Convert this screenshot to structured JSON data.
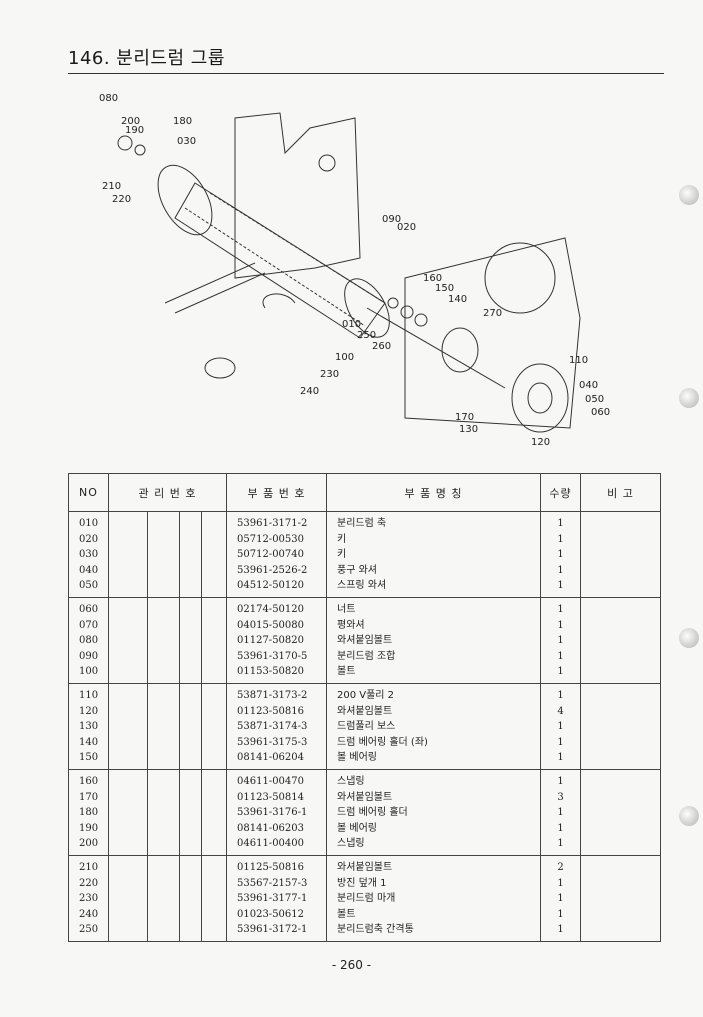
{
  "page": {
    "title": "146. 분리드럼 그룹",
    "page_number": "- 260 -"
  },
  "diagram": {
    "callouts": [
      "080",
      "200",
      "190",
      "180",
      "030",
      "210",
      "220",
      "090",
      "020",
      "160",
      "150",
      "140",
      "270",
      "010",
      "250",
      "260",
      "100",
      "230",
      "240",
      "110",
      "040",
      "050",
      "060",
      "170",
      "130",
      "120"
    ]
  },
  "table": {
    "headers": {
      "no": "NO",
      "management": "관 리 번 호",
      "part_number": "부 품 번 호",
      "part_name": "부    품    명    칭",
      "quantity": "수량",
      "remarks": "비 고"
    },
    "groups": [
      {
        "rows": [
          {
            "no": "010",
            "part": "53961-3171-2",
            "name": "분리드럼 축",
            "qty": "1"
          },
          {
            "no": "020",
            "part": "05712-00530",
            "name": "키",
            "qty": "1"
          },
          {
            "no": "030",
            "part": "50712-00740",
            "name": "키",
            "qty": "1"
          },
          {
            "no": "040",
            "part": "53961-2526-2",
            "name": "풍구 와셔",
            "qty": "1"
          },
          {
            "no": "050",
            "part": "04512-50120",
            "name": "스프링 와셔",
            "qty": "1"
          }
        ]
      },
      {
        "rows": [
          {
            "no": "060",
            "part": "02174-50120",
            "name": "너트",
            "qty": "1"
          },
          {
            "no": "070",
            "part": "04015-50080",
            "name": "평와셔",
            "qty": "1"
          },
          {
            "no": "080",
            "part": "01127-50820",
            "name": "와셔붙임볼트",
            "qty": "1"
          },
          {
            "no": "090",
            "part": "53961-3170-5",
            "name": "분리드럼 조합",
            "qty": "1"
          },
          {
            "no": "100",
            "part": "01153-50820",
            "name": "볼트",
            "qty": "1"
          }
        ]
      },
      {
        "rows": [
          {
            "no": "110",
            "part": "53871-3173-2",
            "name": "200 V풀리 2",
            "qty": "1"
          },
          {
            "no": "120",
            "part": "01123-50816",
            "name": "와셔붙임볼트",
            "qty": "4"
          },
          {
            "no": "130",
            "part": "53871-3174-3",
            "name": "드럼풀리 보스",
            "qty": "1"
          },
          {
            "no": "140",
            "part": "53961-3175-3",
            "name": "드럼 베어링 홀더 (좌)",
            "qty": "1"
          },
          {
            "no": "150",
            "part": "08141-06204",
            "name": "볼 베어링",
            "qty": "1"
          }
        ]
      },
      {
        "rows": [
          {
            "no": "160",
            "part": "04611-00470",
            "name": "스냅링",
            "qty": "1"
          },
          {
            "no": "170",
            "part": "01123-50814",
            "name": "와셔붙임볼트",
            "qty": "3"
          },
          {
            "no": "180",
            "part": "53961-3176-1",
            "name": "드럼 베어링 홀더",
            "qty": "1"
          },
          {
            "no": "190",
            "part": "08141-06203",
            "name": "볼 베어링",
            "qty": "1"
          },
          {
            "no": "200",
            "part": "04611-00400",
            "name": "스냅링",
            "qty": "1"
          }
        ]
      },
      {
        "rows": [
          {
            "no": "210",
            "part": "01125-50816",
            "name": "와셔붙임볼트",
            "qty": "2"
          },
          {
            "no": "220",
            "part": "53567-2157-3",
            "name": "방진 덮개 1",
            "qty": "1"
          },
          {
            "no": "230",
            "part": "53961-3177-1",
            "name": "분리드럼 마개",
            "qty": "1"
          },
          {
            "no": "240",
            "part": "01023-50612",
            "name": "볼트",
            "qty": "1"
          },
          {
            "no": "250",
            "part": "53961-3172-1",
            "name": "분리드럼축 간격통",
            "qty": "1"
          }
        ]
      }
    ]
  }
}
